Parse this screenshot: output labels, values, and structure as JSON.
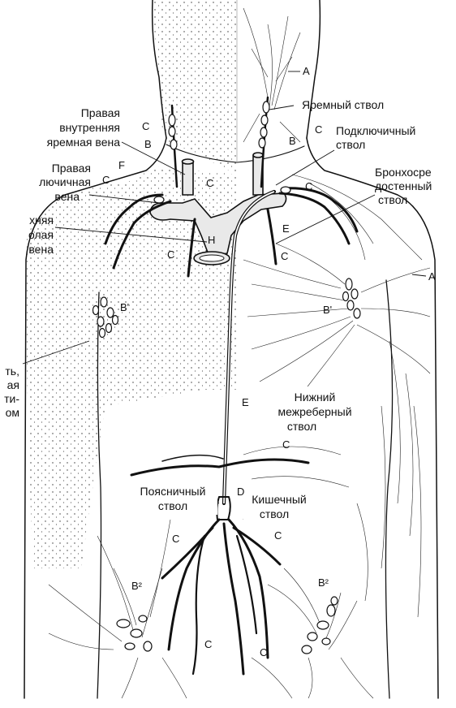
{
  "labels": {
    "right_internal_jugular": [
      "Правая",
      "внутренняя",
      "яремная вена"
    ],
    "right_subclavian": [
      "Правая",
      "лючичная",
      "вена"
    ],
    "superior_vena_cava": [
      "хняя",
      "олая",
      "вена"
    ],
    "area_left": [
      "ть,",
      "ая",
      "ти-",
      "ом"
    ],
    "jugular_trunk": [
      "Яремный ствол"
    ],
    "subclavian_trunk": [
      "Подключичный",
      "ствол"
    ],
    "bronchomediastinal_trunk": [
      "Бронхосре",
      "достенный",
      "ствол"
    ],
    "lower_intercostal_trunk": [
      "Нижний",
      "межреберный",
      "ствол"
    ],
    "lumbar_trunk": [
      "Поясничный",
      "ствол"
    ],
    "intestinal_trunk": [
      "Кишечный",
      "ствол"
    ]
  },
  "letters": {
    "A": "A",
    "B": "B",
    "C": "C",
    "D": "D",
    "E": "E",
    "F": "F",
    "H": "H",
    "B1": "B'",
    "B2": "B²"
  }
}
